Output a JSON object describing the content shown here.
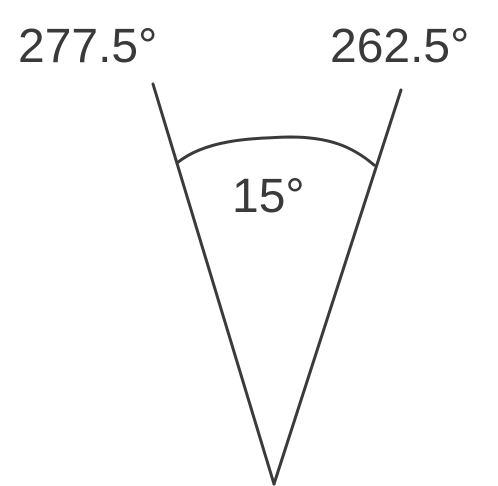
{
  "labels": {
    "left_bearing": "277.5°",
    "right_bearing": "262.5°",
    "angle": "15°"
  },
  "colors": {
    "ink": "#3a3a3a",
    "background": "#ffffff"
  }
}
